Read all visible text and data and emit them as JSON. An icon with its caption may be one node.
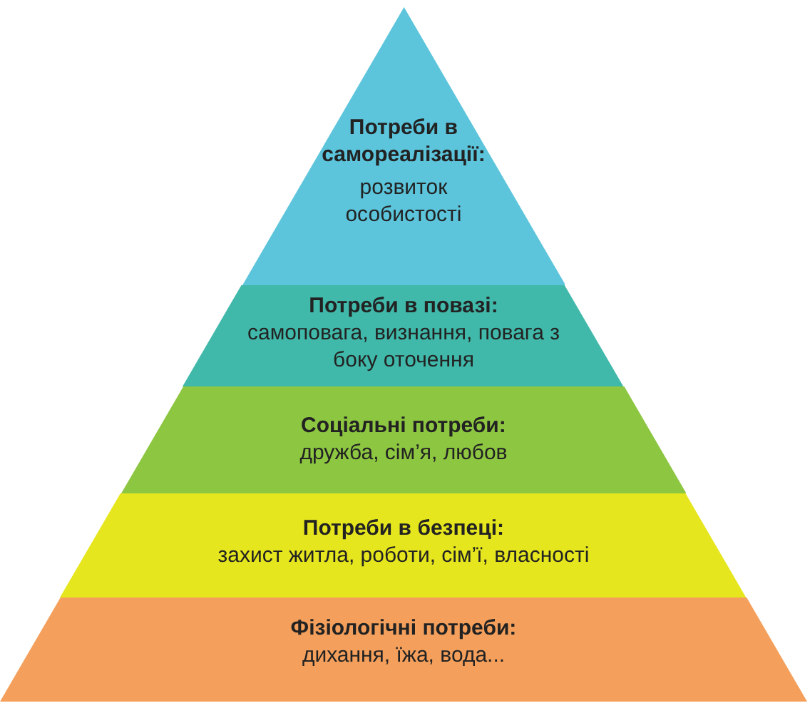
{
  "diagram": {
    "nodes": [
      {
        "text": [
          "Потреби в самореалізації:",
          "розвиток особистості"
        ]
      },
      {
        "text": [
          "Потреби в повазі:",
          "самоповага, визнання, повага з боку оточення"
        ]
      },
      {
        "text": [
          "Соціальні потреби:",
          "дружба, сім’я, любов"
        ]
      },
      {
        "text": [
          "Потреби в безпеці:",
          "захист житла, роботи, сім’ї, власності"
        ]
      },
      {
        "text": [
          "Фізіологічні потреби:",
          "дихання, їжа, вода..."
        ]
      }
    ]
  }
}
